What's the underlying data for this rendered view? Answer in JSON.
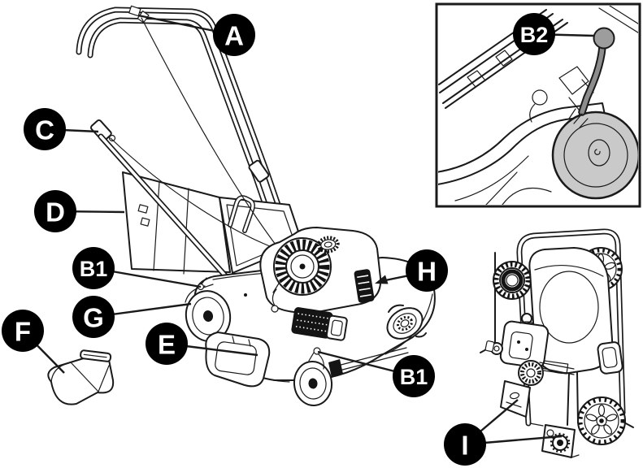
{
  "figure": {
    "kind": "lawn-mower-parts-diagram"
  },
  "colors": {
    "background": "#ffffff",
    "line": "#1a1a1a",
    "dark_fill": "#141414",
    "callout_bg": "#000000",
    "callout_text": "#ffffff",
    "wheel_gray": "#c9c9c9",
    "band_gray": "#dfdfdf",
    "knob_gray": "#9d9d9d",
    "shaft_gray": "#8d8d8d"
  },
  "callouts": {
    "a": {
      "letter": "A"
    },
    "b1_front": {
      "letter": "B1"
    },
    "b1_rear": {
      "letter": "B1"
    },
    "b2": {
      "letter": "B2"
    },
    "c": {
      "letter": "C"
    },
    "d": {
      "letter": "D"
    },
    "e": {
      "letter": "E"
    },
    "f": {
      "letter": "F"
    },
    "g": {
      "letter": "G"
    },
    "h": {
      "letter": "H"
    },
    "i": {
      "letter": "I"
    }
  }
}
